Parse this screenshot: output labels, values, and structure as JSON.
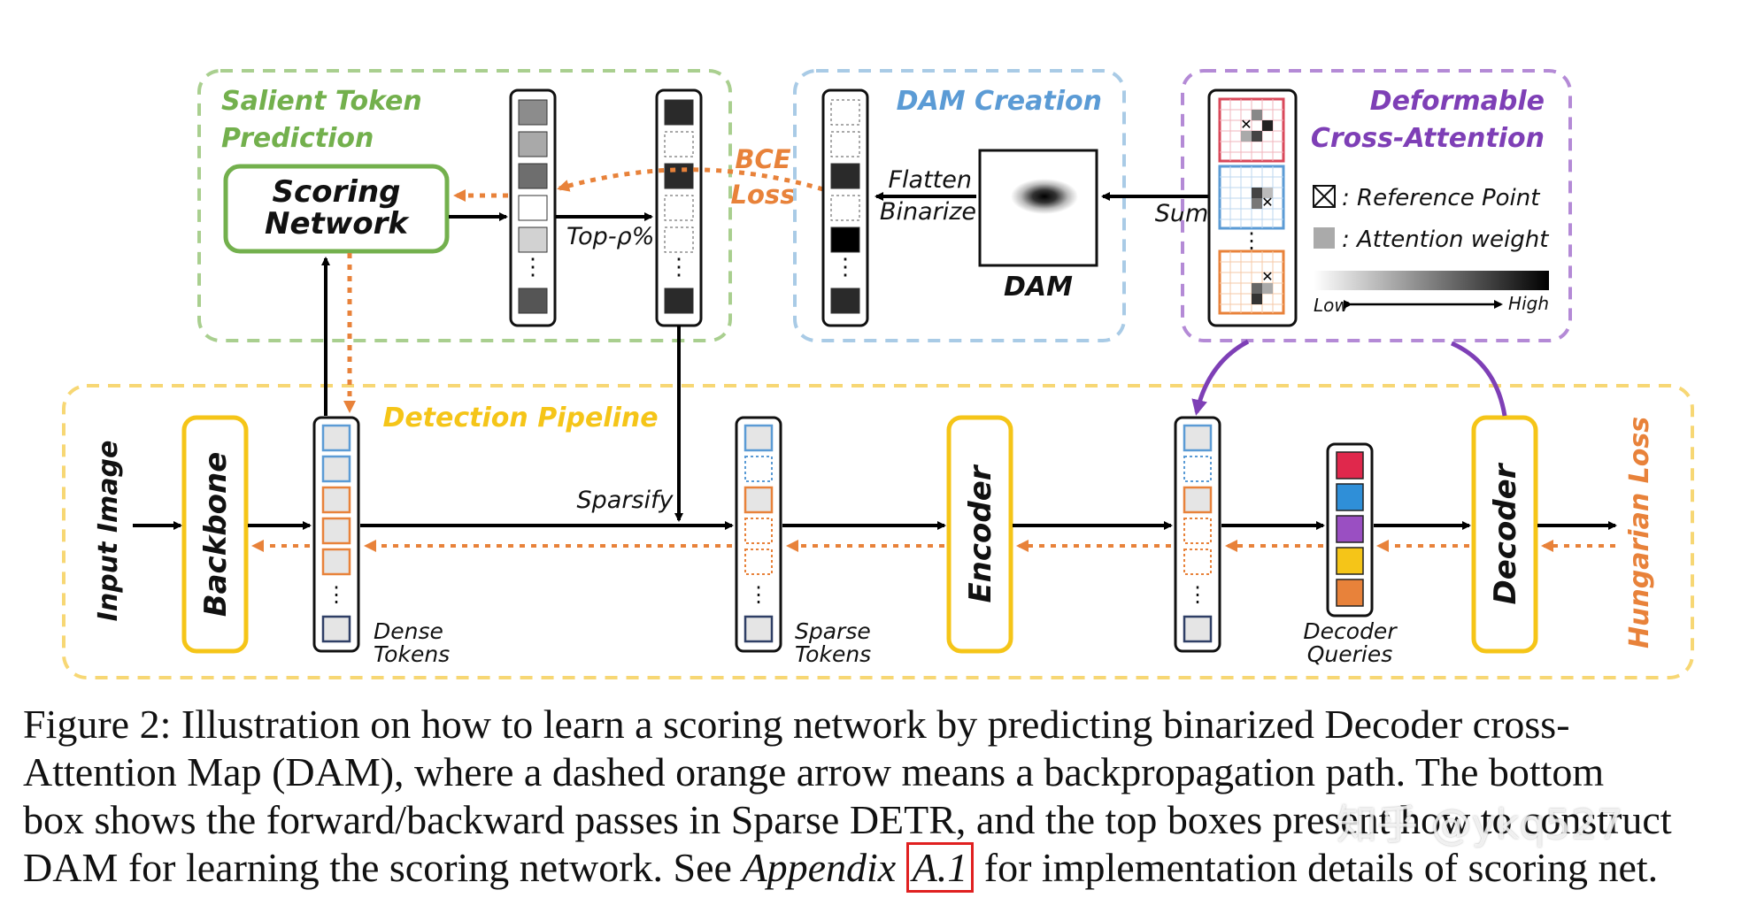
{
  "colors": {
    "green": "#73b04d",
    "blue": "#5b9bd5",
    "purple": "#7e3fb6",
    "yellow": "#f5c518",
    "orange": "#e8823a",
    "navy": "#2f3f66",
    "red_box": "#e02020"
  },
  "boxes": {
    "salient": "Salient Token Prediction",
    "salient_line1": "Salient Token",
    "salient_line2": "Prediction",
    "dam_creation": "DAM Creation",
    "deformable_line1": "Deformable",
    "deformable_line2": "Cross-Attention",
    "pipeline": "Detection Pipeline"
  },
  "labels": {
    "scoring_line1": "Scoring",
    "scoring_line2": "Network",
    "bce_line1": "BCE",
    "bce_line2": "Loss",
    "top_p": "Top-ρ%",
    "flatten": "Flatten",
    "binarize": "Binarize",
    "dam": "DAM",
    "sum": "Sum",
    "reference_point": ": Reference Point",
    "attention_weight": ": Attention weight",
    "low": "Low",
    "high": "High",
    "sparsify": "Sparsify",
    "input_image": "Input Image",
    "backbone": "Backbone",
    "encoder": "Encoder",
    "decoder": "Decoder",
    "hungarian": "Hungarian Loss",
    "dense_line1": "Dense",
    "dense_line2": "Tokens",
    "sparse_line1": "Sparse",
    "sparse_line2": "Tokens",
    "queries_line1": "Decoder",
    "queries_line2": "Queries"
  },
  "caption": {
    "line1": "Figure 2:  Illustration on how to learn a scoring network by predicting binarized Decoder cross-",
    "line2": "Attention Map (DAM), where a dashed orange arrow means a backpropagation path.  The bottom",
    "line3": "box shows the forward/backward passes in Sparse DETR, and the top boxes present how to construct",
    "line4_pre": "DAM for learning the scoring network. See ",
    "line4_appendix": "Appendix",
    "line4_ref": "A.1",
    "line4_post": " for implementation details of scoring net."
  },
  "watermark": "知乎 @ykq527"
}
